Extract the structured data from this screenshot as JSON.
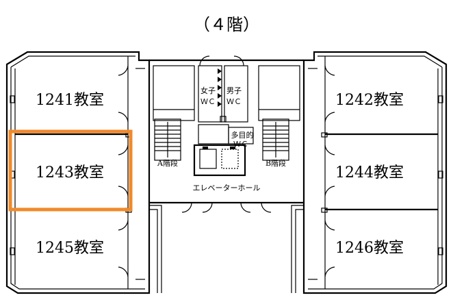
{
  "title": "（４階）",
  "rooms": {
    "r1241": "1241教室",
    "r1242": "1242教室",
    "r1243": "1243教室",
    "r1244": "1244教室",
    "r1245": "1245教室",
    "r1246": "1246教室"
  },
  "facilities": {
    "women_wc_line1": "女子",
    "women_wc_line2": "ＷＣ",
    "men_wc_line1": "男子",
    "men_wc_line2": "ＷＣ",
    "multi_wc_line1": "多目的",
    "multi_wc_line2": "ＷＣ",
    "stairs_a": "A階段",
    "stairs_b": "B階段",
    "elevator_hall": "エレベーターホール"
  },
  "highlight": {
    "room": "1243教室",
    "color": "#f08a2a"
  }
}
